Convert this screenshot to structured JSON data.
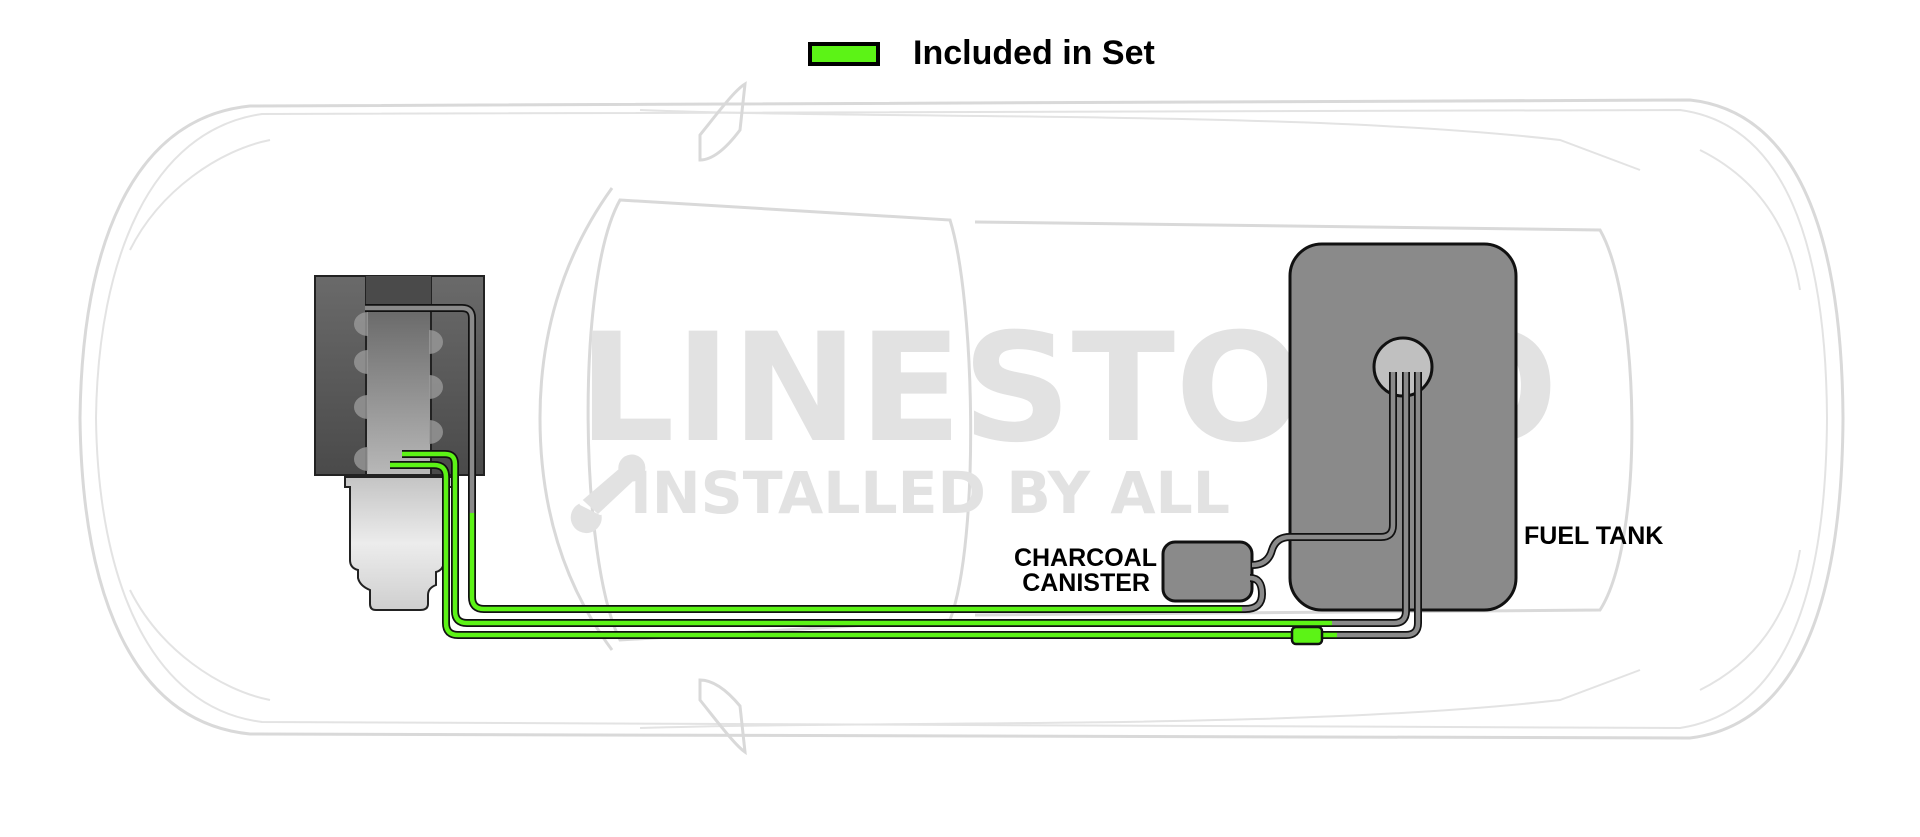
{
  "legend": {
    "label": "Included in Set",
    "swatch_color": "#5cf316"
  },
  "labels": {
    "charcoal_canister_line1": "CHARCOAL",
    "charcoal_canister_line2": "CANISTER",
    "fuel_tank": "FUEL TANK"
  },
  "watermark": {
    "brand": "LINESTOGO",
    "tagline": "INSTALLED BY ALL"
  },
  "colors": {
    "included_line": "#5cf316",
    "not_included_line": "#8a8a8a",
    "component_fill": "#8a8a8a",
    "car_outline": "#d9d9d9"
  },
  "lines": [
    {
      "name": "return-line",
      "included": true
    },
    {
      "name": "vapor-line",
      "included": true
    },
    {
      "name": "supply-line",
      "included": true
    }
  ]
}
